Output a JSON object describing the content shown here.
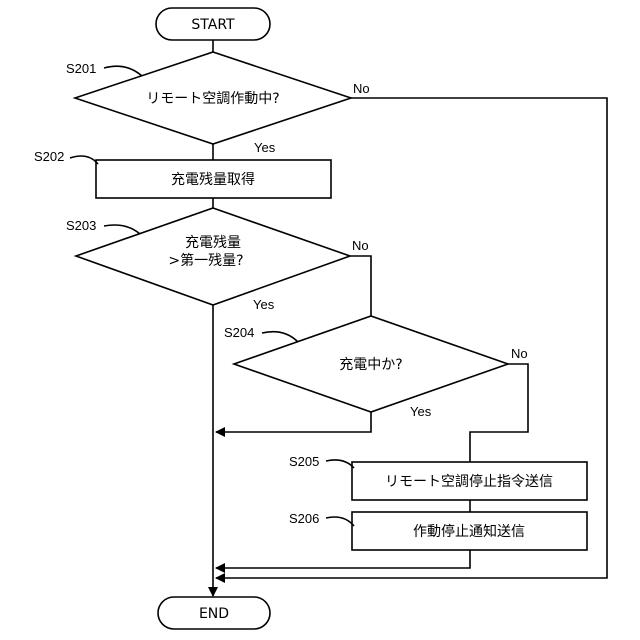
{
  "terminals": {
    "start": "START",
    "end": "END"
  },
  "steps": {
    "s201": {
      "id": "S201",
      "text": "リモート空調作動中?"
    },
    "s202": {
      "id": "S202",
      "text": "充電残量取得"
    },
    "s203": {
      "id": "S203",
      "line1": "充電残量",
      "line2": ">第一残量?"
    },
    "s204": {
      "id": "S204",
      "text": "充電中か?"
    },
    "s205": {
      "id": "S205",
      "text": "リモート空調停止指令送信"
    },
    "s206": {
      "id": "S206",
      "text": "作動停止通知送信"
    }
  },
  "branches": {
    "s201_no": "No",
    "s201_yes": "Yes",
    "s203_no": "No",
    "s203_yes": "Yes",
    "s204_no": "No",
    "s204_yes": "Yes"
  }
}
